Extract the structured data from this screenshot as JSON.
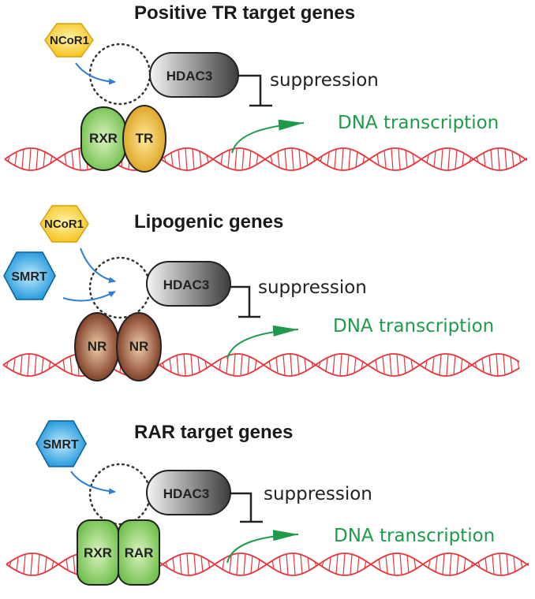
{
  "colors": {
    "dna": "#e8343a",
    "transcription_arrow": "#1e9a4a",
    "recruit_arrow": "#2f7fd0",
    "inhibit": "#222222"
  },
  "panels": [
    {
      "title": "Positive TR target genes",
      "corepressors": [
        "NCoR1"
      ],
      "receptors": [
        "RXR",
        "TR"
      ],
      "hdac": "HDAC3",
      "suppression": "suppression",
      "transcription": "DNA transcription"
    },
    {
      "title": "Lipogenic genes",
      "corepressors": [
        "NCoR1",
        "SMRT"
      ],
      "receptors": [
        "NR",
        "NR"
      ],
      "hdac": "HDAC3",
      "suppression": "suppression",
      "transcription": "DNA transcription"
    },
    {
      "title": "RAR target genes",
      "corepressors": [
        "SMRT"
      ],
      "receptors": [
        "RXR",
        "RAR"
      ],
      "hdac": "HDAC3",
      "suppression": "suppression",
      "transcription": "DNA transcription"
    }
  ]
}
